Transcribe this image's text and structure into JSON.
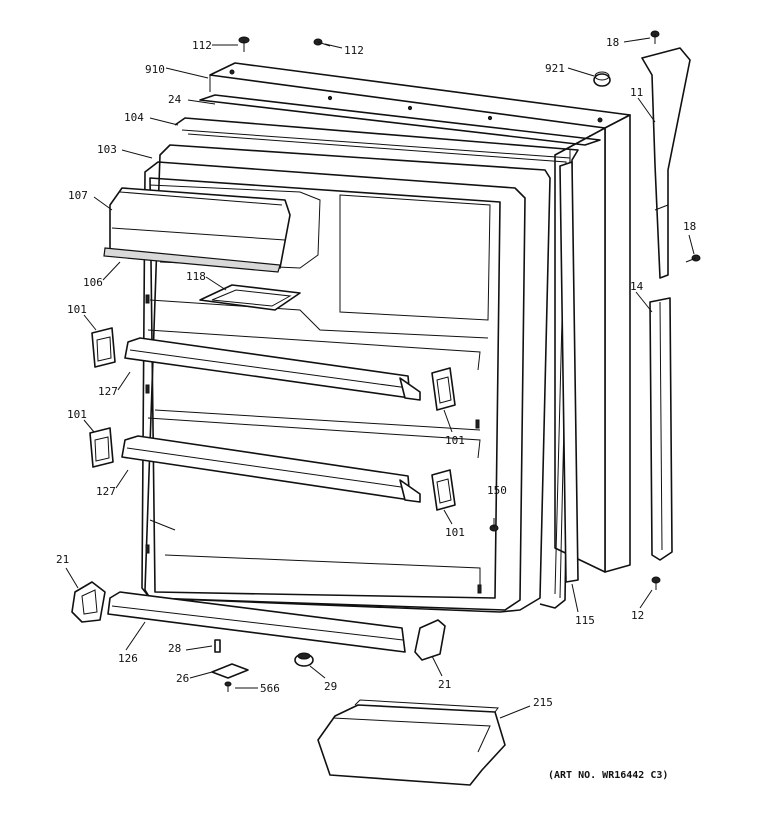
{
  "caption": "(ART NO. WR16442 C3)",
  "part_labels": [
    "112",
    "112",
    "910",
    "24",
    "104",
    "103",
    "107",
    "106",
    "118",
    "101",
    "127",
    "101",
    "127",
    "21",
    "126",
    "28",
    "26",
    "566",
    "29",
    "21",
    "215",
    "921",
    "18",
    "11",
    "18",
    "14",
    "150",
    "101",
    "101",
    "115",
    "12"
  ]
}
